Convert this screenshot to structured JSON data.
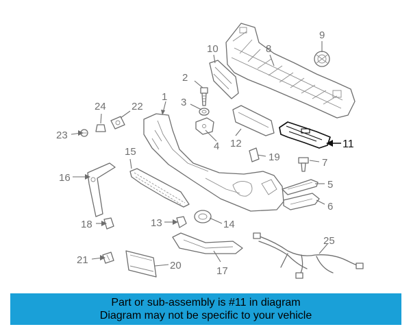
{
  "callouts": {
    "n1": "1",
    "n2": "2",
    "n3": "3",
    "n4": "4",
    "n5": "5",
    "n6": "6",
    "n7": "7",
    "n8": "8",
    "n9": "9",
    "n10": "10",
    "n11": "11",
    "n12": "12",
    "n13": "13",
    "n14": "14",
    "n15": "15",
    "n16": "16",
    "n17": "17",
    "n18": "18",
    "n19": "19",
    "n20": "20",
    "n21": "21",
    "n22": "22",
    "n23": "23",
    "n24": "24",
    "n25": "25"
  },
  "highlighted_part": "11",
  "caption": {
    "line1": "Part or sub-assembly is #11 in diagram",
    "line2": "Diagram may not be specific to your vehicle"
  },
  "colors": {
    "banner": "#1aa0d8",
    "line_art": "#6e6e6e",
    "highlight": "#101010"
  }
}
